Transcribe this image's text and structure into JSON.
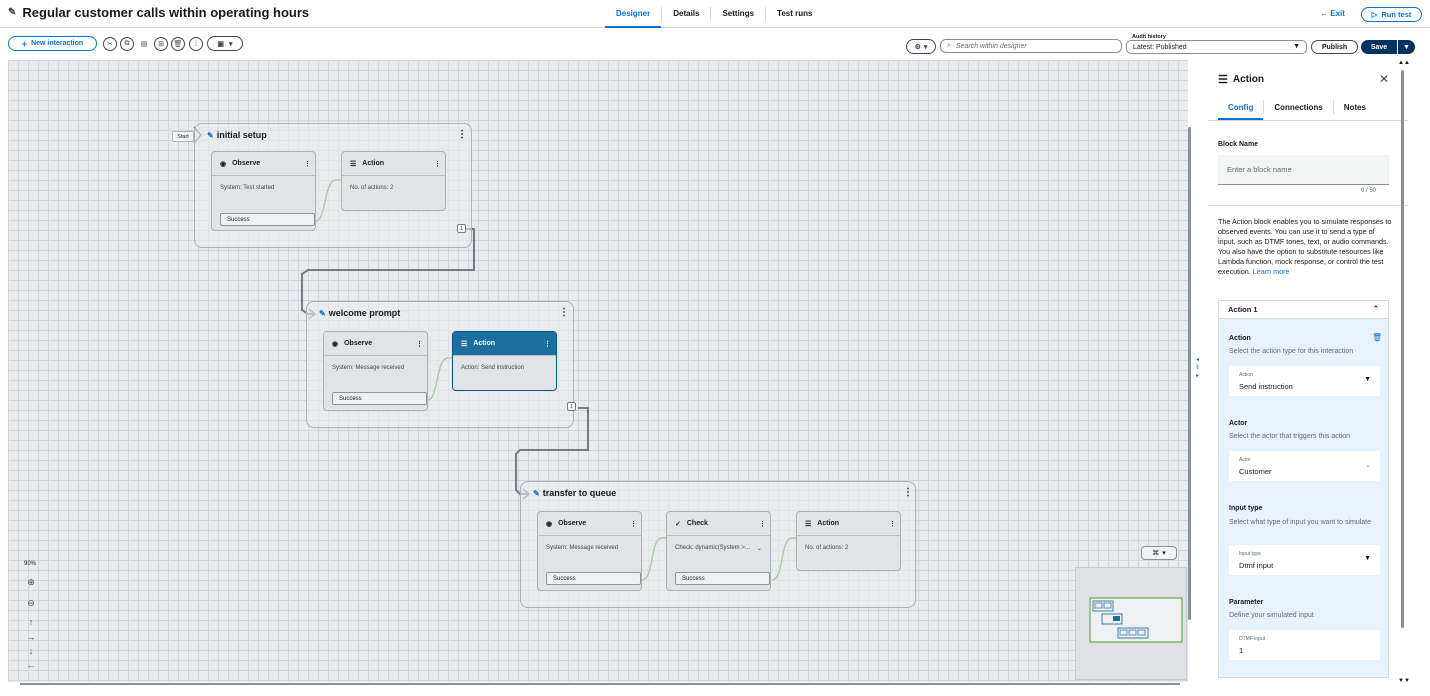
{
  "header": {
    "title": "Regular customer calls within operating hours",
    "tabs": [
      "Designer",
      "Details",
      "Settings",
      "Test runs"
    ],
    "exit_label": "Exit",
    "run_test_label": "Run test"
  },
  "toolbar": {
    "new_interaction_label": "New interaction",
    "search_placeholder": "Search within designer",
    "audit_history_label": "Audit history",
    "audit_history_value": "Latest: Published",
    "publish_label": "Publish",
    "save_label": "Save"
  },
  "canvas": {
    "start_label": "Start",
    "zoom_level": "90%",
    "groups": [
      {
        "title": "initial setup",
        "cards": [
          {
            "type": "Observe",
            "body": "System: Test started",
            "outport": "Success"
          },
          {
            "type": "Action",
            "body": "No. of actions: 2"
          }
        ],
        "port_number": "1"
      },
      {
        "title": "welcome prompt",
        "cards": [
          {
            "type": "Observe",
            "body": "System: Message received",
            "outport": "Success"
          },
          {
            "type": "Action",
            "body": "Action: Send instruction"
          }
        ],
        "port_number": "1"
      },
      {
        "title": "transfer to queue",
        "cards": [
          {
            "type": "Observe",
            "body": "System: Message received",
            "outport": "Success"
          },
          {
            "type": "Check",
            "body": "Check: dynamic(System >...",
            "outport": "Success"
          },
          {
            "type": "Action",
            "body": "No. of actions: 2"
          }
        ]
      }
    ]
  },
  "panel": {
    "title": "Action",
    "tabs": [
      "Config",
      "Connections",
      "Notes"
    ],
    "block_name_label": "Block Name",
    "block_name_placeholder": "Enter a block name",
    "block_name_counter": "0 / 50",
    "help_text": "The Action block enables you to simulate responses to observed events. You can use it to send a type of input, such as DTMF tones, text, or audio commands. You also have the option to substitute resources like Lambda function, mock response, or control the test execution.",
    "learn_more": "Learn more",
    "section_title": "Action 1",
    "action_label": "Action",
    "action_desc": "Select the action type for this interaction",
    "action_field_label": "Action",
    "action_value": "Send instruction",
    "actor_label": "Actor",
    "actor_desc": "Select the actor that triggers this action",
    "actor_field_label": "Actor",
    "actor_value": "Customer",
    "input_type_label": "Input type",
    "input_type_desc": "Select what type of input you want to simulate",
    "input_type_field_label": "Input type",
    "input_type_value": "Dtmf input",
    "parameter_label": "Parameter",
    "parameter_desc": "Define your simulated input",
    "dtmf_field_label": "DTMF input",
    "dtmf_value": "1"
  }
}
